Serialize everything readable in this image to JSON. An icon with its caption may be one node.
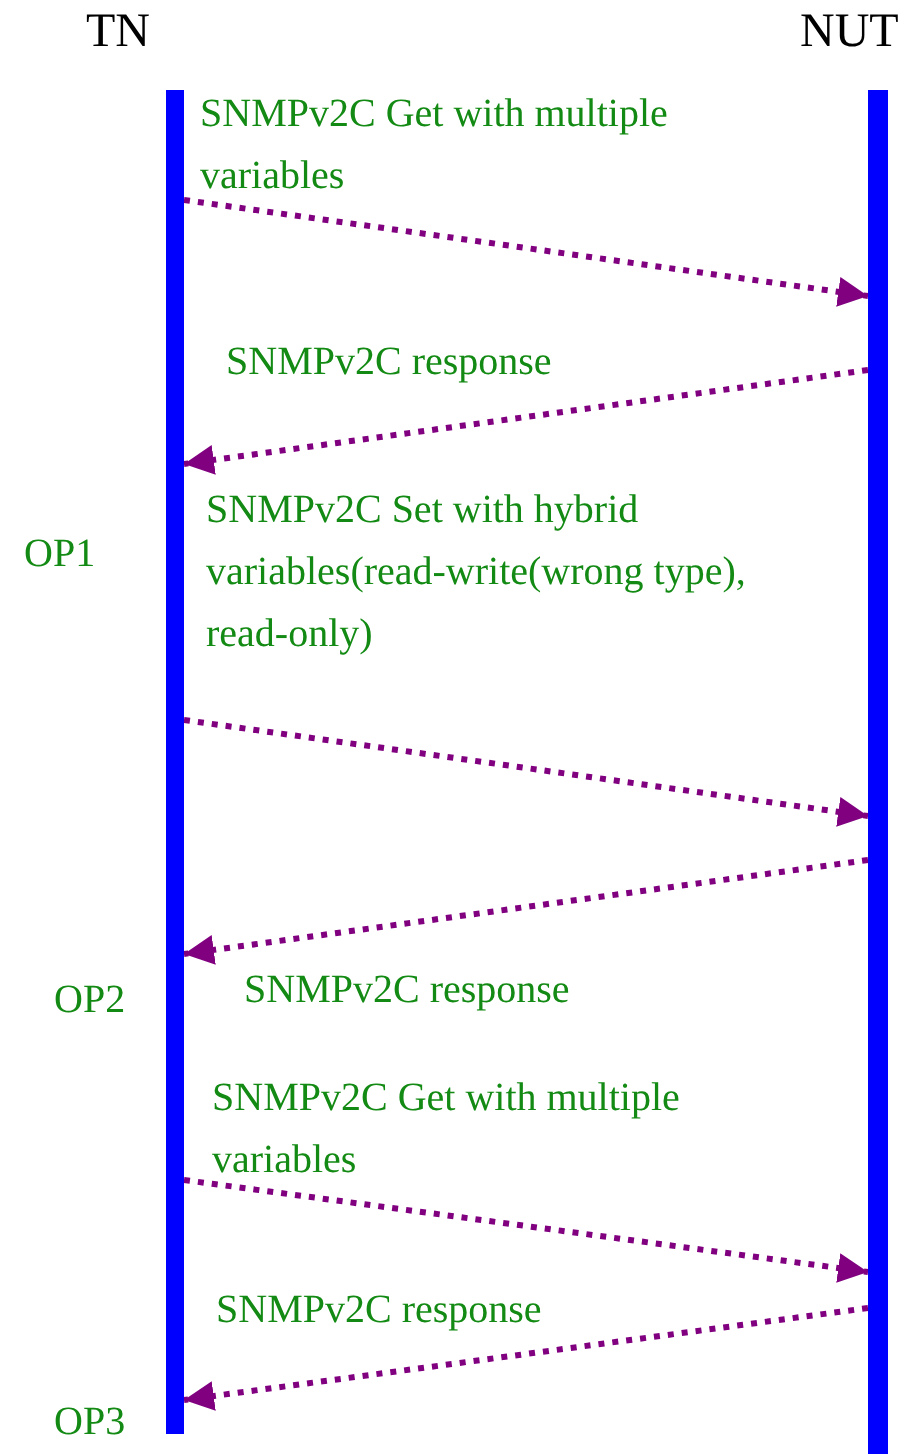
{
  "diagram": {
    "nodes": [
      {
        "text": [
          "TN"
        ]
      },
      {
        "text": [
          "NUT"
        ]
      }
    ],
    "edges": [
      {
        "from": 0,
        "to": 1,
        "arrow": "to",
        "label": "SNMPv2C Get with multiple variables",
        "style": "dashed"
      },
      {
        "from": 1,
        "to": 0,
        "arrow": "to",
        "label": "SNMPv2C response",
        "style": "dashed"
      },
      {
        "from": 0,
        "to": 1,
        "arrow": "to",
        "label": "SNMPv2C Set with hybrid variables(read-write(wrong type), read-only)",
        "style": "dashed"
      },
      {
        "from": 1,
        "to": 0,
        "arrow": "to",
        "label": "SNMPv2C response",
        "style": "dashed"
      },
      {
        "from": 0,
        "to": 1,
        "arrow": "to",
        "label": "SNMPv2C Get with multiple variables",
        "style": "dashed"
      },
      {
        "from": 1,
        "to": 0,
        "arrow": "to",
        "label": "SNMPv2C response",
        "style": "dashed"
      }
    ],
    "labels": [
      "OP1",
      "OP2",
      "OP3"
    ]
  }
}
